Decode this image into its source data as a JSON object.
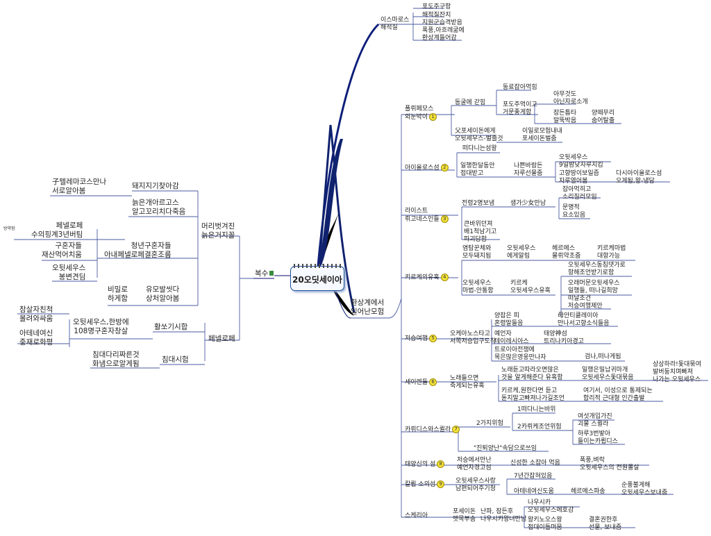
{
  "center": "20오딧세이아",
  "left": {
    "root": "복수",
    "b1": {
      "label": "머리벗겨진\n늙은거지꼴",
      "c1": "돼지지기찾아감",
      "c1a": "子텔레마코스만나\n서로알아봄",
      "c2": "늙은개아르고스\n알고꼬리치다죽음",
      "c3": "청년구혼자들\n아내페넬로페결혼조름",
      "c3a": "페넬로페\n수의핑계3년버팀",
      "c3b": "구혼자들\n재산먹어치움",
      "c3c": "오뒷세우스\n봉변견딤",
      "c3tag": "방약함",
      "c4": "유모발씻다\n상처알아봄",
      "c4a": "비밀로\n하게함"
    },
    "b2": {
      "label": "페넬로페",
      "c1": "활쏘기시합",
      "c1a": "오뒷세우스,한방에\n108명구혼자창살",
      "c1b": "참살자친척\n몰려와싸움",
      "c1c": "아테네여신\n중재로화평",
      "c2": "침대시험",
      "c2a": "침대다리짜른것\n화냄으로알게됨"
    }
  },
  "right": {
    "ismaros": {
      "label": "이스마로스\n해적질",
      "items": [
        "포도주구함",
        "해적질잔치",
        "지원군습격받음",
        "폭풍,아흐레굶에\n환상계들어감"
      ]
    },
    "main": "환상계에서\n일어난모험",
    "poly": {
      "label": "폴뤼페모스\n외눈박이",
      "num": "1",
      "a": "동굴에 갇힘",
      "a1": "동료잡아먹힘",
      "a2": "포도주먹이고\n거문좋게함",
      "a3": "아무것도\n아닌자로소개",
      "a4": "잠든틈타\n말뚝박음",
      "a5": "양떼무리\n숨어탈출",
      "b": "父포세이돈에게\n오뒷세우스-벌줄것",
      "b1": "이일로모험내내\n포세이돈벌줌"
    },
    "aiolos": {
      "label": "아이올로스섬",
      "num": "2",
      "a": "떠다니는섬왕",
      "b": "일행한달동안\n접대받고",
      "b1": "나쁜바람든\n자루선물줌",
      "b2": "오뒷세우스\n9일밤낮자루지킴",
      "b3": "고향땅이보일즘\n자루열어봄",
      "b4": "다시아이올로스섬\n오게됨,왕-냉담"
    },
    "laist": {
      "label": "라이스트\n뤼고네스인들",
      "num": "3",
      "a": "전령2명보냄",
      "a1": "샘가少女만남",
      "a2": "잡아먹히고\n소리질러모임",
      "a3": "문명적\n요소있음",
      "b": "큰바위던져\n배1척남기고\n파괴당함"
    },
    "kirke": {
      "label": "키르케의유혹",
      "num": "4",
      "a": "염탐꾼체와\n모두돼지됨",
      "a1": "오뒷세우스\n에게알림",
      "a2": "헤르메스\n물뤼약초줌",
      "a3": "키르케마법\n대항가능",
      "b": "오뒷세우스\n마법-안통함",
      "b1": "키르케\n오뒷세우스유혹",
      "b2": "오뒷세우스동침댓가로\n항해조언받기로함",
      "b3": "오래머문오뒷세우스\n일행들, 떠나길희망",
      "b4": "떠날조건\n저승여행제안"
    },
    "jeo": {
      "label": "저승여행",
      "num": "5",
      "a": "오케아노스타고\n서쪽저승입구도착",
      "a1": "양잡은 피\n혼령말들음",
      "a2": "母안티클레이아\n만나서고향소식들음",
      "a3": "예언자\n테이레시아스",
      "a4": "태양神섬\n트리나키아경고",
      "a5": "트로이아전쟁에\n목은많은영웅만나자",
      "a6": "검나,떠나게됨"
    },
    "seiren": {
      "label": "세이렌들",
      "num": "6",
      "a": "노래들으면\n죽게되는유혹",
      "a1": "노래듣고따라오면많은\n것을 알게해준다 유혹함",
      "a2": "일행은밀납귀마개\n오뒷세우스돛대묶음",
      "a3": "상상하라!돛대묶여\n발버둥치며빠져\n나가는 오뒷세우스",
      "a4": "키르케,원한다면 듣고\n돋지말고빠져나가길조언",
      "a5": "여기서, 이성으로 통제되는\n합리적 근대형 인간출발"
    },
    "kary": {
      "label": "카뤼디스와스퀼라",
      "num": "7",
      "a": "2가지위험",
      "a1": "1떠다니는바위",
      "a2": "2카뤼케조언위험",
      "a3": "여섯개입가진\n괴물 스퀼라",
      "a4": "하루3번밯아\n들이는카륍디스",
      "b": "\"진퇴양난\"속담으로쓰임"
    },
    "taeyang": {
      "label": "태양신의 섬",
      "num": "8",
      "a": "저승에서만난\n예언자경고섬",
      "a1": "신성한 소잡아 먹음",
      "a2": "폭풍,벼락\n오뒷세우스의 전원몰살"
    },
    "kalip": {
      "label": "칼륍 소의섬",
      "num": "9",
      "a": "오뒷세우스사랑\n남편되어주기청",
      "a1": "7년간잡혀있음",
      "a2": "아테네여신도움",
      "a3": "헤르메스파송",
      "a4": "순풍불게해\n오뒷세우스보내줌"
    },
    "skeria": {
      "label": "스케리아",
      "a": "포세이돈\n앳목부숨",
      "a1": "난파, 잠든후\n나우시카왕녀만남",
      "a2": "나우시카\n오뒷세우스에호감",
      "a3": "왕키노오스왕\n접대이틀머뭄",
      "a4": "결혼권한후\n선물, 보내줌"
    }
  }
}
